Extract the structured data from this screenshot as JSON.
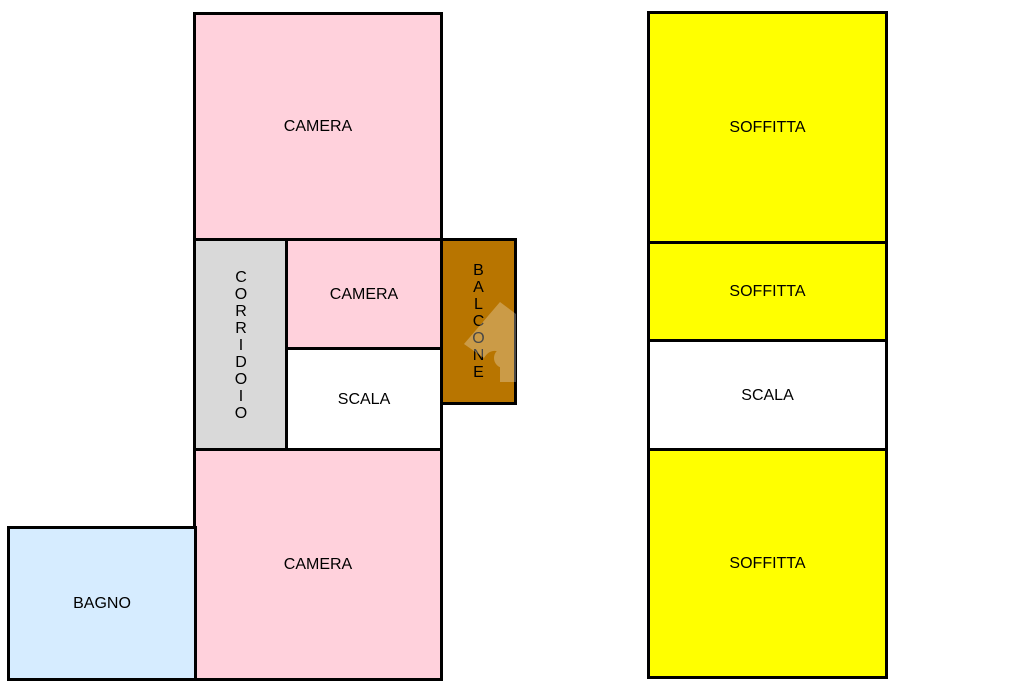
{
  "rooms": {
    "camera_top": {
      "label": "CAMERA",
      "color": "#ffd1dc"
    },
    "corridoio": {
      "label": "CORRIDOIO",
      "color": "#d9d9d9"
    },
    "camera_mid": {
      "label": "CAMERA",
      "color": "#ffd1dc"
    },
    "scala_left": {
      "label": "SCALA",
      "color": "#ffffff"
    },
    "balcone": {
      "label": "BALCONE",
      "color": "#b87500"
    },
    "camera_bottom": {
      "label": "CAMERA",
      "color": "#ffd1dc"
    },
    "bagno": {
      "label": "BAGNO",
      "color": "#d6ecff"
    },
    "soffitta_top": {
      "label": "SOFFITTA",
      "color": "#ffff00"
    },
    "soffitta_mid": {
      "label": "SOFFITTA",
      "color": "#ffff00"
    },
    "scala_right": {
      "label": "SCALA",
      "color": "#ffffff"
    },
    "soffitta_bottom": {
      "label": "SOFFITTA",
      "color": "#ffff00"
    }
  },
  "icons": {
    "watermark": "house-logo-icon"
  }
}
